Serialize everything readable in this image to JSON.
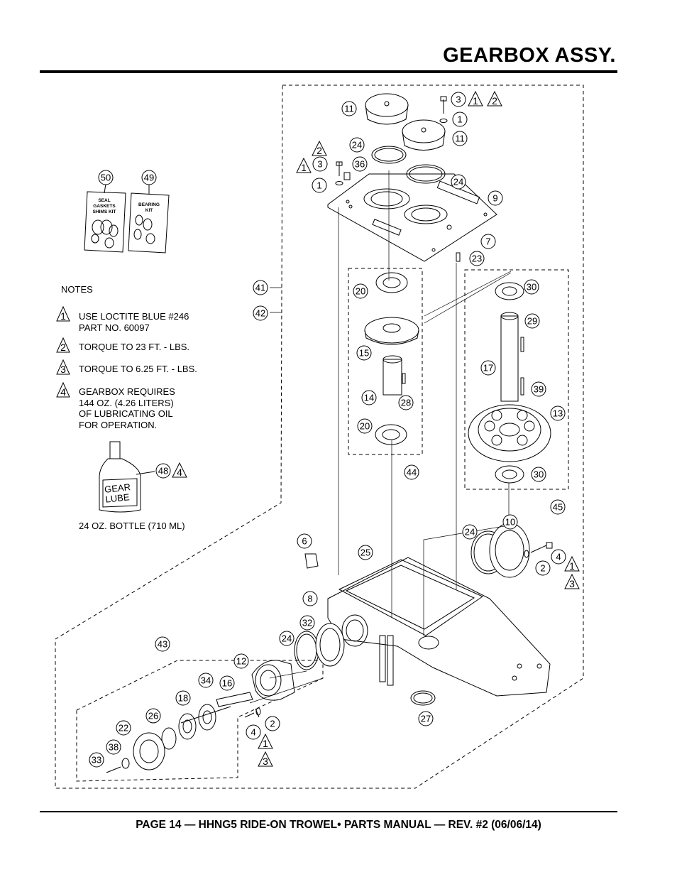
{
  "header": {
    "title": "GEARBOX ASSY."
  },
  "footer": {
    "text": "PAGE 14 — HHNG5 RIDE-ON TROWEL• PARTS MANUAL — REV. #2 (06/06/14)"
  },
  "notes": {
    "heading": "NOTES",
    "items": [
      {
        "marker": "1",
        "lines": [
          "USE LOCTITE BLUE #246",
          "PART NO. 60097"
        ]
      },
      {
        "marker": "2",
        "lines": [
          "TORQUE TO 23 FT. - LBS."
        ]
      },
      {
        "marker": "3",
        "lines": [
          "TORQUE TO 6.25 FT. - LBS."
        ]
      },
      {
        "marker": "4",
        "lines": [
          "GEARBOX REQUIRES",
          "144 OZ. (4.26 LITERS)",
          "OF LUBRICATING OIL",
          "FOR OPERATION."
        ]
      }
    ]
  },
  "kits": {
    "seal": {
      "callout": "50",
      "lines": [
        "SEAL",
        "GASKETS",
        "SHIMS KIT"
      ]
    },
    "bearing": {
      "callout": "49",
      "lines": [
        "BEARING",
        "KIT"
      ]
    }
  },
  "lube": {
    "callout": "48",
    "marker": "4",
    "label_lines": [
      "GEAR",
      "LUBE"
    ],
    "caption": "24 OZ. BOTTLE (710 ML)"
  },
  "callouts": [
    "1",
    "2",
    "3",
    "4",
    "6",
    "7",
    "8",
    "9",
    "10",
    "11",
    "12",
    "13",
    "14",
    "15",
    "16",
    "17",
    "18",
    "20",
    "22",
    "23",
    "24",
    "25",
    "26",
    "27",
    "28",
    "29",
    "30",
    "32",
    "33",
    "34",
    "36",
    "38",
    "39",
    "41",
    "42",
    "43",
    "44",
    "45"
  ],
  "note_markers": [
    "1",
    "2",
    "3",
    "4"
  ]
}
